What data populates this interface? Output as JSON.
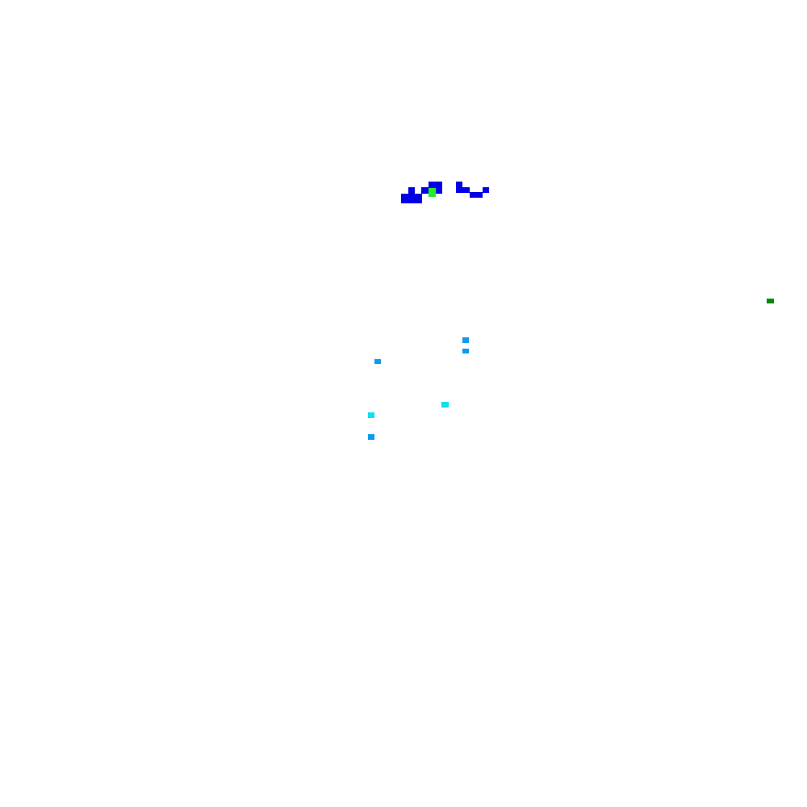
{
  "colors": {
    "background": "#ffffff",
    "blue": "#0000e6",
    "bright_green": "#22ee22",
    "dark_green": "#008a00",
    "sky_blue": "#1199ee",
    "cyan": "#11ddee"
  },
  "marks": [
    {
      "name": "blue-block",
      "color": "blue"
    },
    {
      "name": "bright-green-block",
      "color": "bright_green"
    },
    {
      "name": "dark-green-block",
      "color": "dark_green"
    },
    {
      "name": "sky-blue-block",
      "color": "sky_blue"
    },
    {
      "name": "cyan-block",
      "color": "cyan"
    }
  ]
}
